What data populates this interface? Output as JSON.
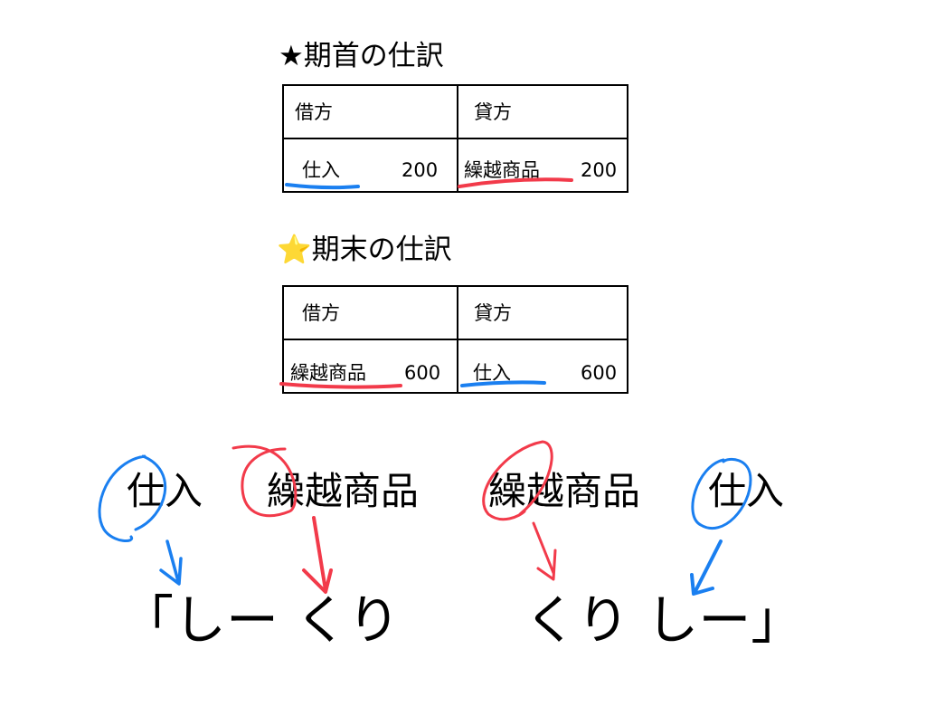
{
  "opening": {
    "icon": "black-star-icon",
    "icon_glyph": "★",
    "title": "期首の仕訳",
    "debit_header": "借方",
    "credit_header": "貸方",
    "debit_account": "仕入",
    "debit_amount": "200",
    "credit_account": "繰越商品",
    "credit_amount": "200"
  },
  "closing": {
    "icon": "yellow-star-icon",
    "icon_glyph": "⭐",
    "title": "期末の仕訳",
    "debit_header": "借方",
    "credit_header": "貸方",
    "debit_account": "繰越商品",
    "debit_amount": "600",
    "credit_account": "仕入",
    "credit_amount": "600"
  },
  "mnemonic": {
    "words": [
      "仕入",
      "繰越商品",
      "繰越商品",
      "仕入"
    ],
    "left_phrase": "「しー くり",
    "right_phrase": "くり しー」"
  },
  "colors": {
    "blue": "#1a7ff0",
    "red": "#f23a4a"
  }
}
